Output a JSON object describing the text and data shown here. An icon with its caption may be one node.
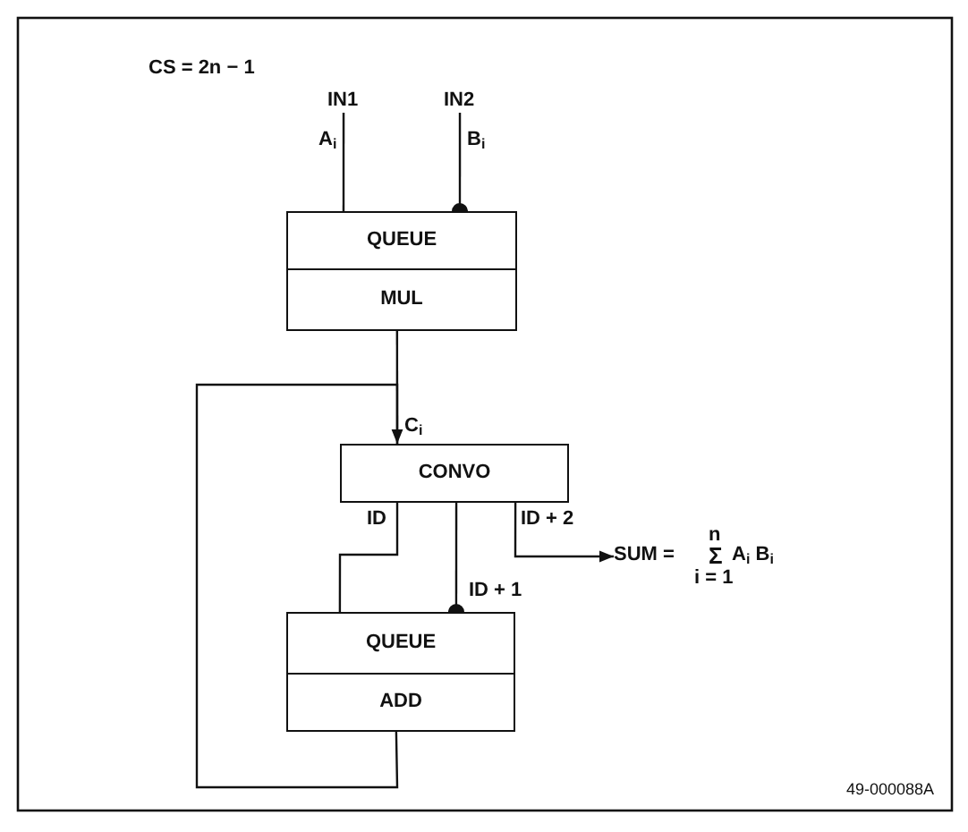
{
  "diagram": {
    "nodes": [
      {
        "text": [
          "IN1"
        ]
      },
      {
        "text": [
          "IN2"
        ]
      },
      {
        "text": [
          "QUEUE"
        ]
      },
      {
        "text": [
          "MUL"
        ]
      },
      {
        "text": [
          "CONVO"
        ]
      },
      {
        "text": [
          "QUEUE"
        ]
      },
      {
        "text": [
          "ADD"
        ]
      },
      {
        "text": [
          "SUM =",
          "n",
          "Σ",
          "i = 1",
          "A$_{i}$ B$_{i}$"
        ]
      }
    ],
    "edges": [
      {
        "from": 0,
        "to": 2,
        "arrow": "none",
        "label": "A$_{i}$"
      },
      {
        "from": 1,
        "to": 2,
        "arrow": "other",
        "label": "B$_{i}$"
      },
      {
        "from": 3,
        "to": 4,
        "arrow": "none",
        "label": "C$_{i}$"
      },
      {
        "from": 6,
        "to": 4,
        "arrow": "to"
      },
      {
        "from": 4,
        "to": 5,
        "arrow": "none",
        "label": "ID"
      },
      {
        "from": 4,
        "to": 5,
        "arrow": "other",
        "label": "ID + 1"
      },
      {
        "from": 4,
        "to": 7,
        "arrow": "to",
        "label": "ID + 2"
      }
    ],
    "labels": [
      "CS = 2n − 1",
      "49-000088A"
    ]
  }
}
